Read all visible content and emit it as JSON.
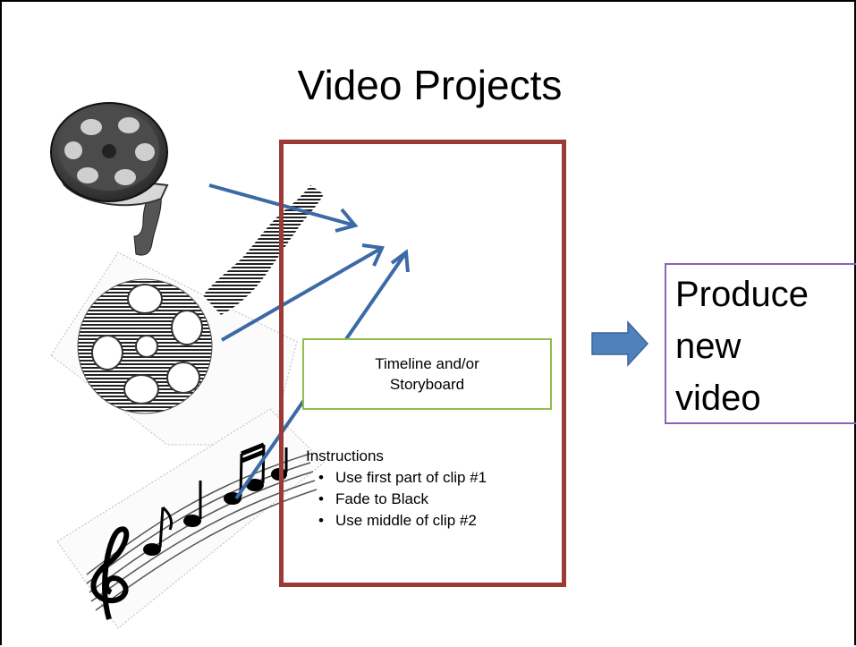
{
  "slide": {
    "title": "Video Projects",
    "timeline_box": {
      "line1": "Timeline and/or",
      "line2": "Storyboard"
    },
    "instructions": {
      "heading": "Instructions",
      "items": [
        "Use first part of clip #1",
        "Fade to Black",
        "Use middle of clip #2"
      ]
    },
    "output": {
      "lines": [
        "Produce",
        "new",
        "video"
      ]
    }
  },
  "colors": {
    "arrow": "#3c6aa6",
    "project_border": "#9b3b36",
    "timeline_border": "#8fbf4a",
    "output_border": "#8a63b8",
    "block_arrow": "#4f81bd"
  },
  "icons": [
    "film-reel-icon",
    "striped-film-reel-icon",
    "music-notes-icon"
  ]
}
